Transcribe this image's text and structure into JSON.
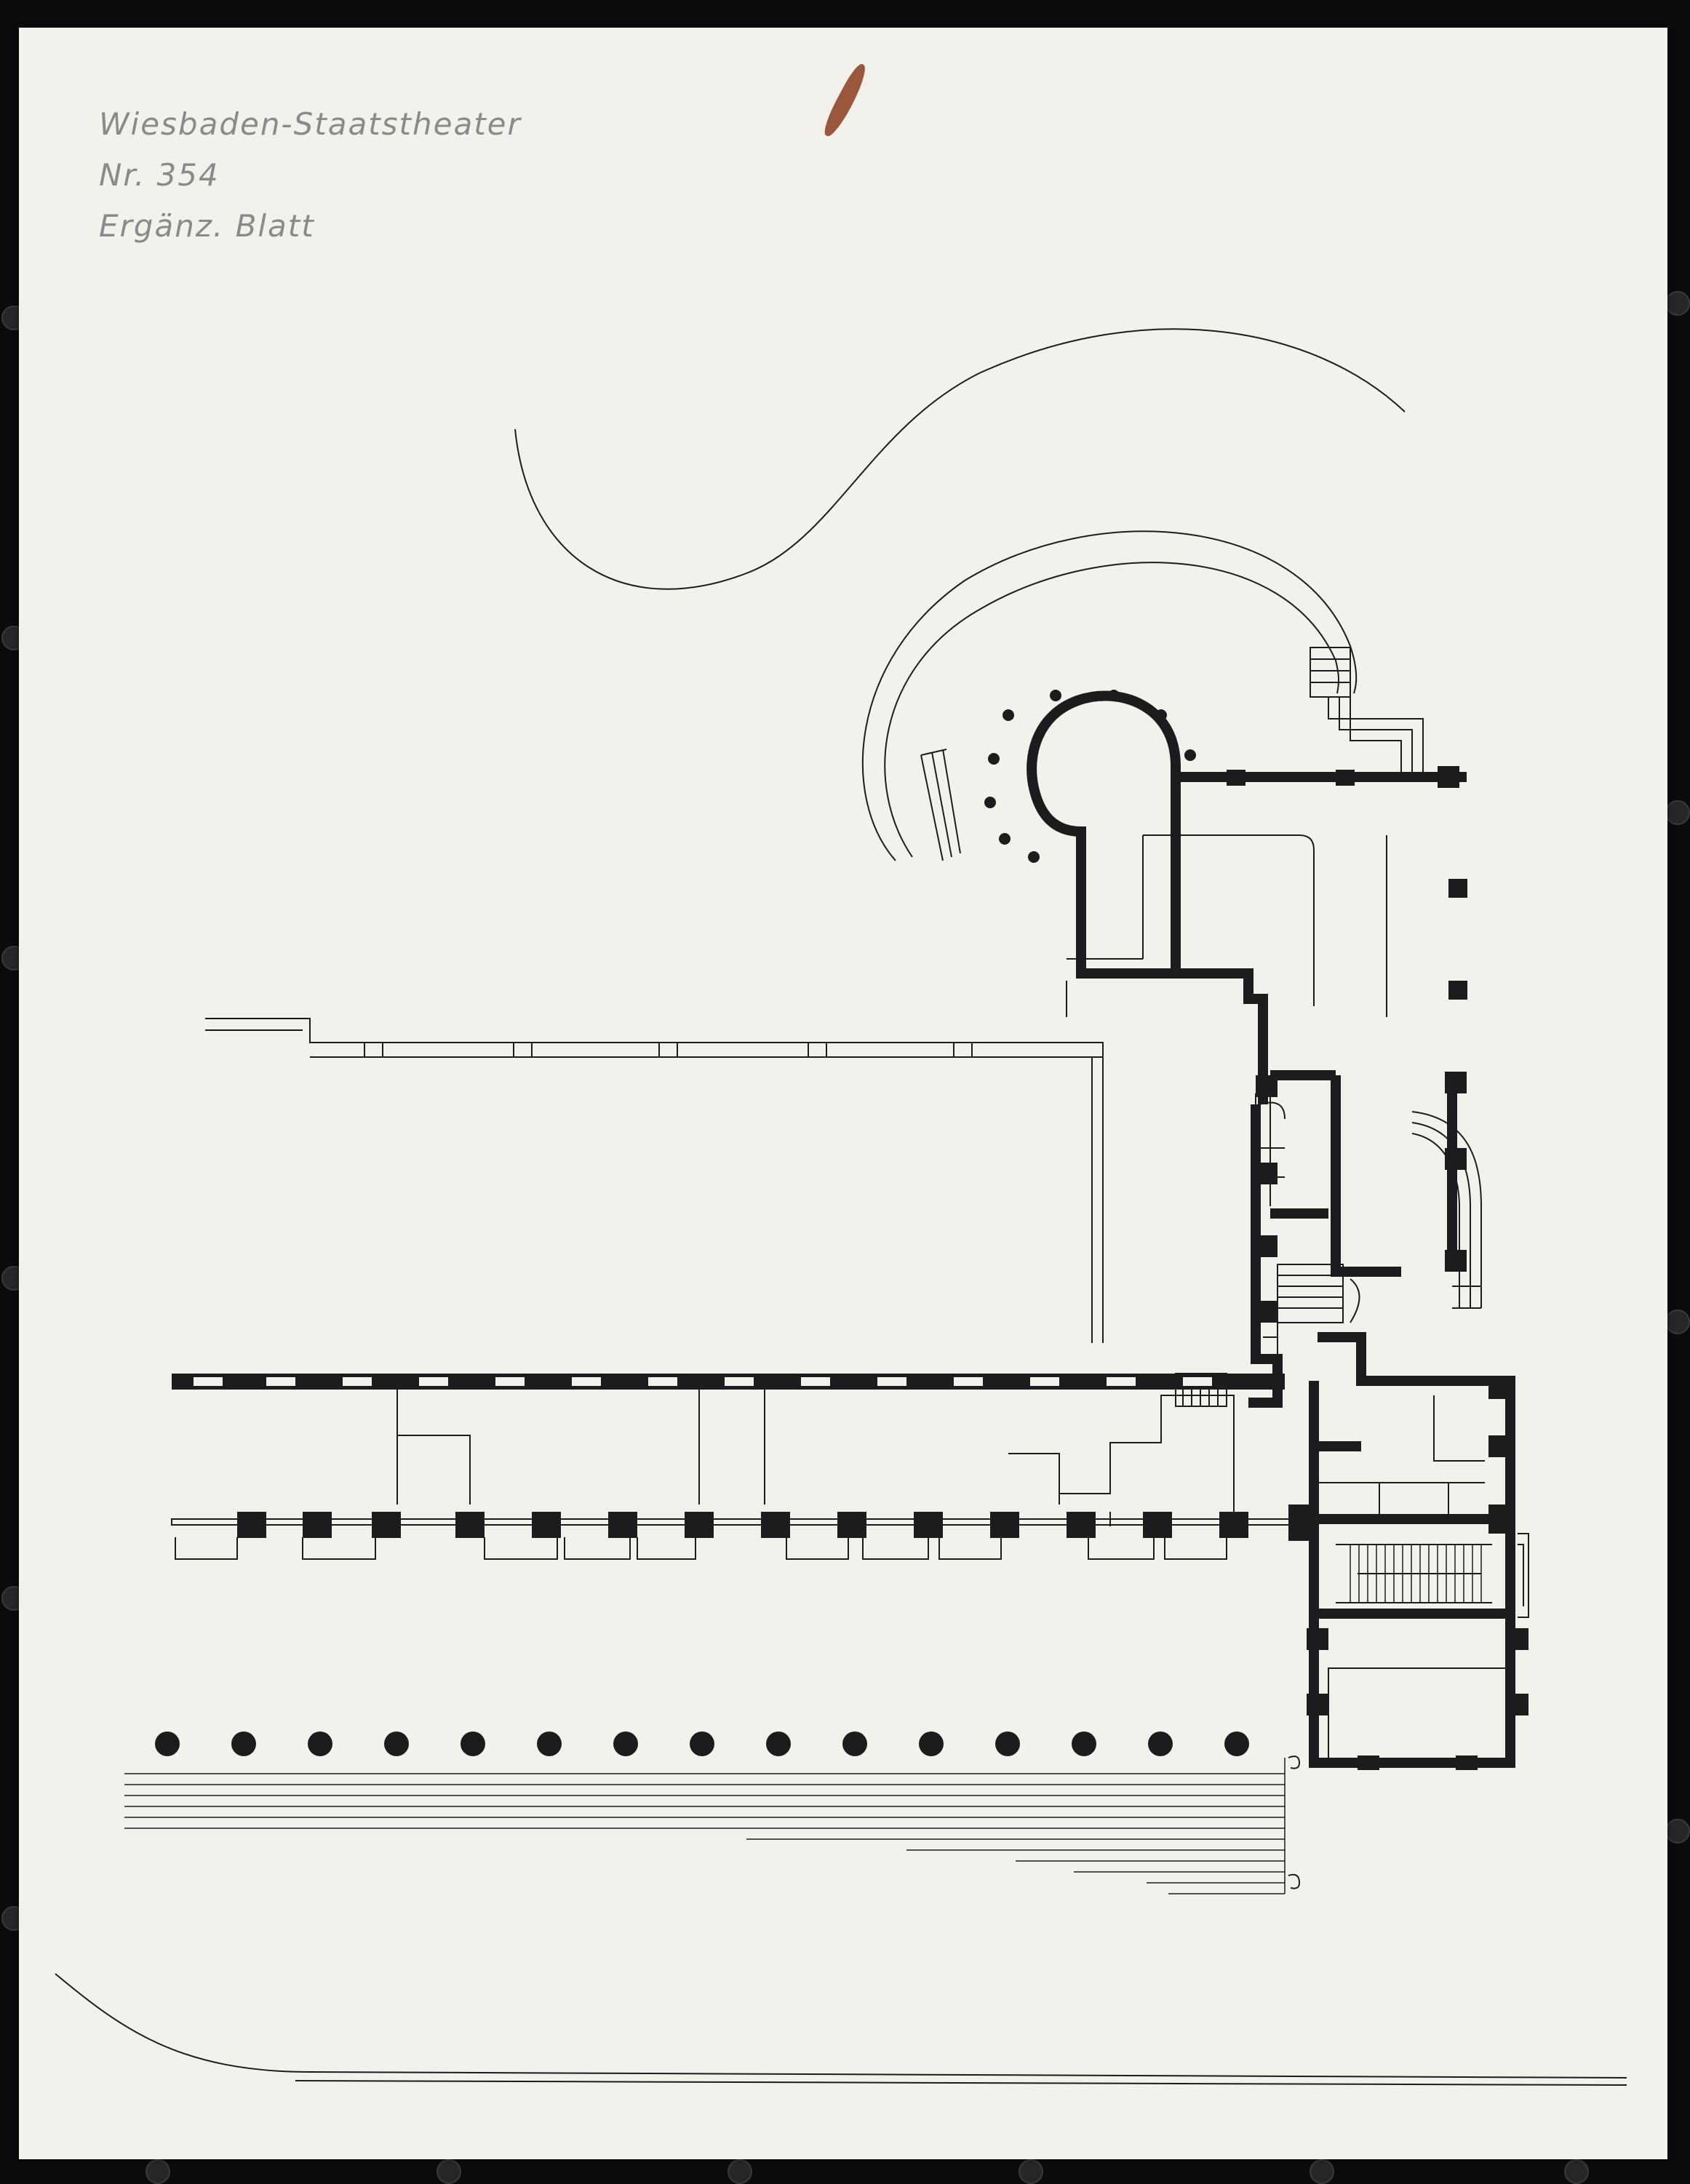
{
  "sheet": {
    "annotations": {
      "line1": "Wiesbaden-Staatstheater",
      "line2": "Nr. 354",
      "line3": "Ergänz. Blatt"
    }
  },
  "colors": {
    "paper": "#f3f1eb",
    "ink": "#1c1c1c",
    "background": "#0b0b0b",
    "pencil": "#8a8a8a",
    "stain": "#8b3c1c"
  },
  "drawing": {
    "subject": "architectural floor plan",
    "colonnade_column_count": 15
  }
}
